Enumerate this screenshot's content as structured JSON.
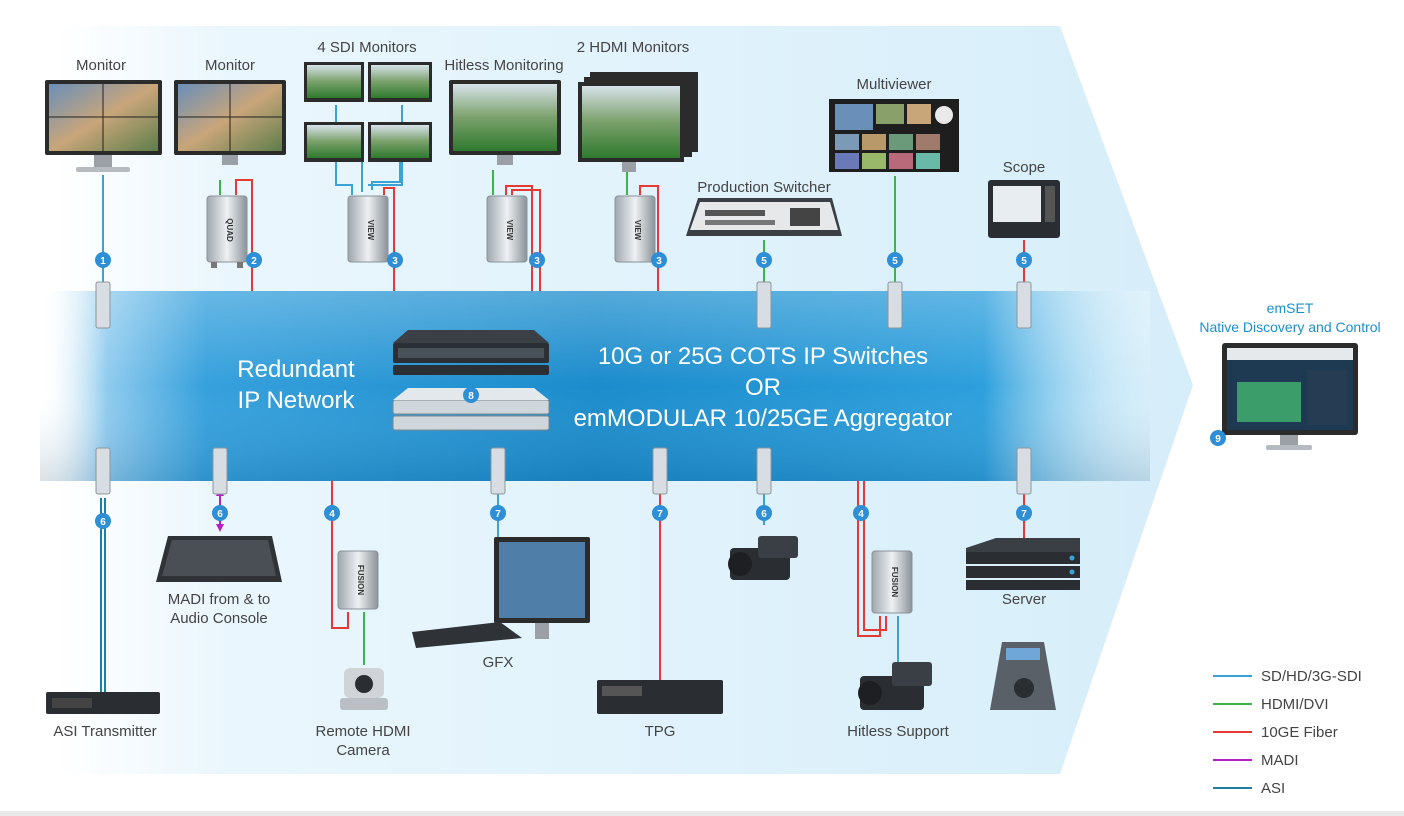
{
  "network": {
    "left_line1": "Redundant",
    "left_line2": "IP Network",
    "center_line1": "10G or 25G COTS IP Switches",
    "center_line2": "OR",
    "center_line3": "emMODULAR 10/25GE Aggregator"
  },
  "emset": {
    "title": "emSET",
    "subtitle": "Native Discovery and Control"
  },
  "top_devices": {
    "monitor1": "Monitor",
    "monitor2": "Monitor",
    "sdi_monitors": "4 SDI Monitors",
    "hitless_monitoring": "Hitless Monitoring",
    "hdmi_monitors": "2 HDMI Monitors",
    "multiviewer": "Multiviewer",
    "production_switcher": "Production Switcher",
    "scope": "Scope"
  },
  "bottom_devices": {
    "asi_transmitter": "ASI Transmitter",
    "madi_line1": "MADI from & to",
    "madi_line2": "Audio Console",
    "remote_line1": "Remote HDMI",
    "remote_line2": "Camera",
    "gfx": "GFX",
    "tpg": "TPG",
    "hitless_support": "Hitless Support",
    "server": "Server"
  },
  "badges": {
    "b1": "1",
    "b2": "2",
    "b3a": "3",
    "b3b": "3",
    "b3c": "3",
    "b5a": "5",
    "b5b": "5",
    "b5c": "5",
    "b8": "8",
    "b9": "9",
    "b6a": "6",
    "b6b": "6",
    "b4a": "4",
    "b7a": "7",
    "b7b": "7",
    "b6c": "6",
    "b4b": "4",
    "b7c": "7"
  },
  "device_labels": {
    "quad": "QUAD",
    "view1": "VIEW",
    "view2": "VIEW",
    "view3": "VIEW",
    "fusion1": "FUSION",
    "fusion2": "FUSION"
  },
  "legend": [
    {
      "label": "SD/HD/3G-SDI",
      "color": "#3aa3d4"
    },
    {
      "label": "HDMI/DVI",
      "color": "#3bb54a"
    },
    {
      "label": "10GE Fiber",
      "color": "#e53935"
    },
    {
      "label": "MADI",
      "color": "#b61fc4"
    },
    {
      "label": "ASI",
      "color": "#1f7fa0"
    }
  ],
  "colors": {
    "band": "#1a8fcf",
    "arrow_bg": "#dff1fb",
    "badge": "#2f8fd6"
  }
}
